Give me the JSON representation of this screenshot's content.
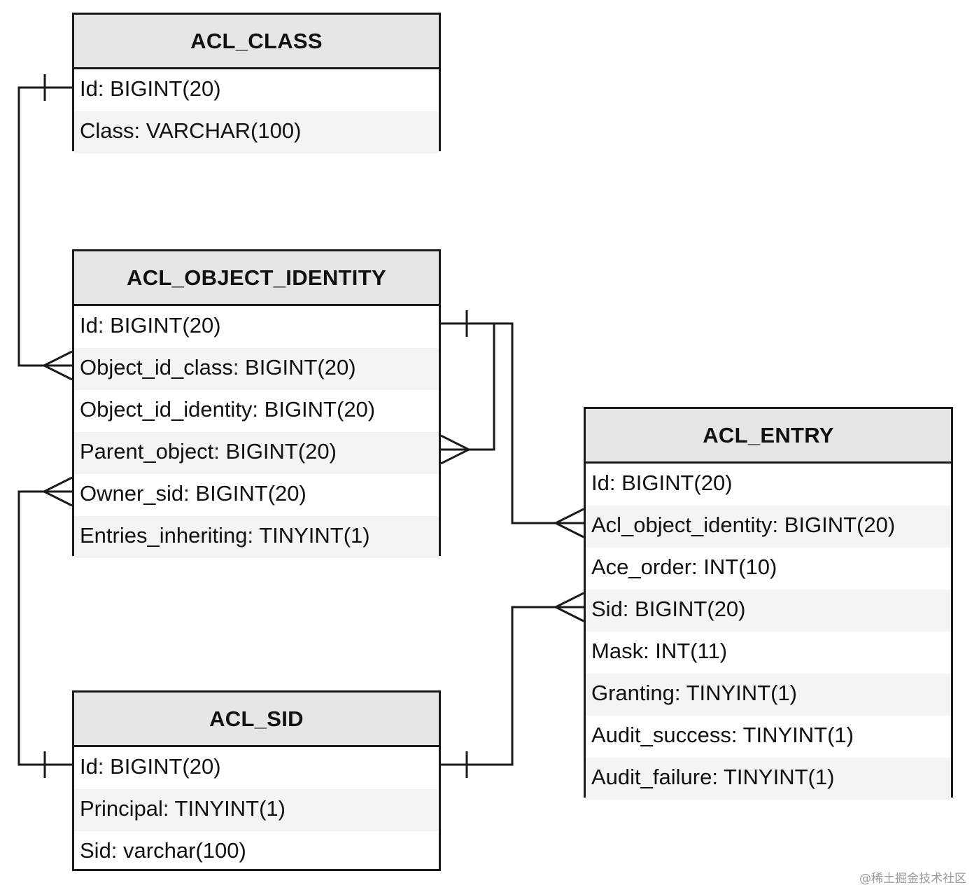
{
  "entities": {
    "acl_class": {
      "title": "ACL_CLASS",
      "fields": [
        "Id: BIGINT(20)",
        "Class: VARCHAR(100)"
      ]
    },
    "acl_object_identity": {
      "title": "ACL_OBJECT_IDENTITY",
      "fields": [
        "Id: BIGINT(20)",
        "Object_id_class: BIGINT(20)",
        "Object_id_identity: BIGINT(20)",
        "Parent_object: BIGINT(20)",
        "Owner_sid: BIGINT(20)",
        "Entries_inheriting: TINYINT(1)"
      ]
    },
    "acl_sid": {
      "title": "ACL_SID",
      "fields": [
        "Id: BIGINT(20)",
        "Principal: TINYINT(1)",
        "Sid: varchar(100)"
      ]
    },
    "acl_entry": {
      "title": "ACL_ENTRY",
      "fields": [
        "Id: BIGINT(20)",
        "Acl_object_identity: BIGINT(20)",
        "Ace_order: INT(10)",
        "Sid: BIGINT(20)",
        "Mask: INT(11)",
        "Granting: TINYINT(1)",
        "Audit_success: TINYINT(1)",
        "Audit_failure: TINYINT(1)"
      ]
    }
  },
  "relationships": [
    {
      "from": "ACL_CLASS.Id",
      "to": "ACL_OBJECT_IDENTITY.Object_id_class",
      "from_end": "one",
      "to_end": "many"
    },
    {
      "from": "ACL_OBJECT_IDENTITY.Id",
      "to": "ACL_OBJECT_IDENTITY.Parent_object",
      "from_end": "one",
      "to_end": "many"
    },
    {
      "from": "ACL_OBJECT_IDENTITY.Id",
      "to": "ACL_ENTRY.Acl_object_identity",
      "from_end": "one",
      "to_end": "many"
    },
    {
      "from": "ACL_SID.Id",
      "to": "ACL_OBJECT_IDENTITY.Owner_sid",
      "from_end": "one",
      "to_end": "many"
    },
    {
      "from": "ACL_SID.Id",
      "to": "ACL_ENTRY.Sid",
      "from_end": "one",
      "to_end": "many"
    }
  ],
  "colors": {
    "line": "#1a1a1a",
    "header_bg": "#e6e6e6",
    "alt_row_bg": "#f4f4f4"
  },
  "watermark": "@稀土掘金技术社区"
}
